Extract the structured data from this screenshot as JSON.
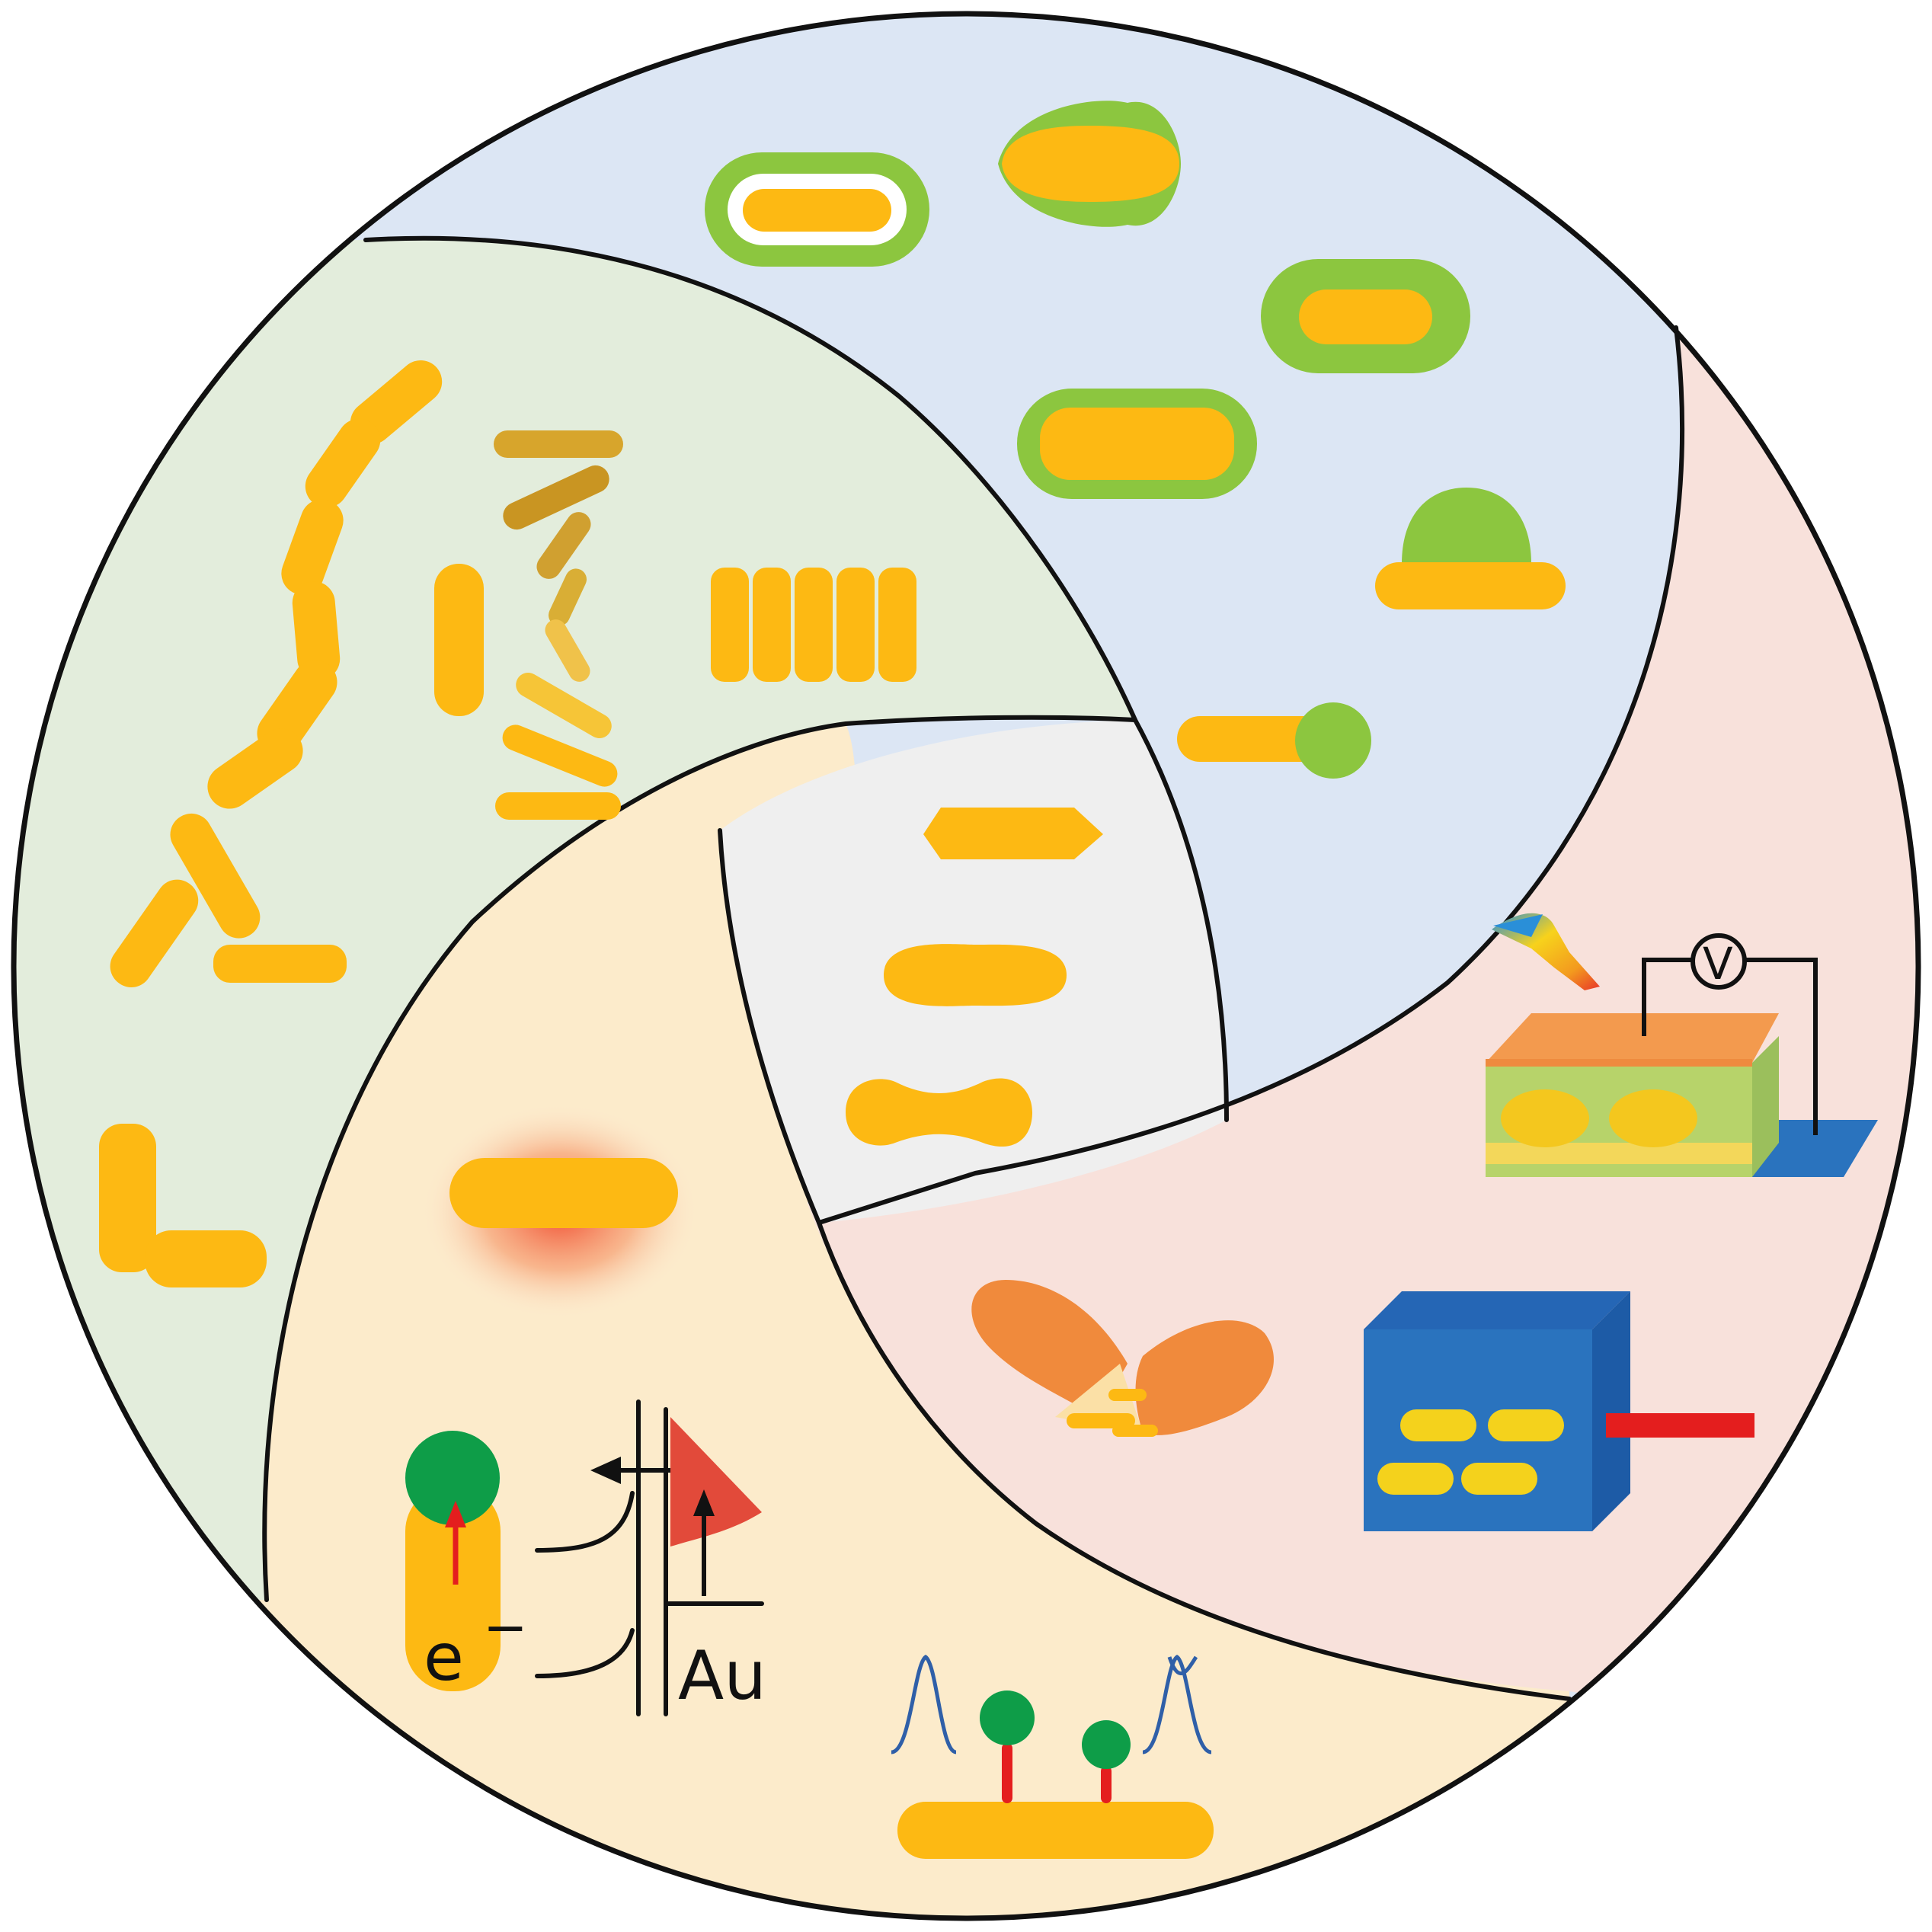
{
  "colors": {
    "gold": "#FDB913",
    "green": "#8CC63F",
    "dark_green": "#0E9D48",
    "orange": "#F08A3C",
    "blue_device": "#2A73BE",
    "red": "#E41E1E",
    "outline": "#111111",
    "region_top": "#DCE6F4",
    "region_left": "#E3EDDC",
    "region_right": "#F8E1DB",
    "region_bottom": "#FCEBCB",
    "region_center": "#EFEFEF"
  },
  "labels": {
    "electron": "e",
    "electron_sign": "−",
    "metal": "Au",
    "voltmeter": "V"
  },
  "icons": [
    "voltmeter-icon",
    "light-beam-icon",
    "laser-icon",
    "electron-arrow-icon"
  ]
}
